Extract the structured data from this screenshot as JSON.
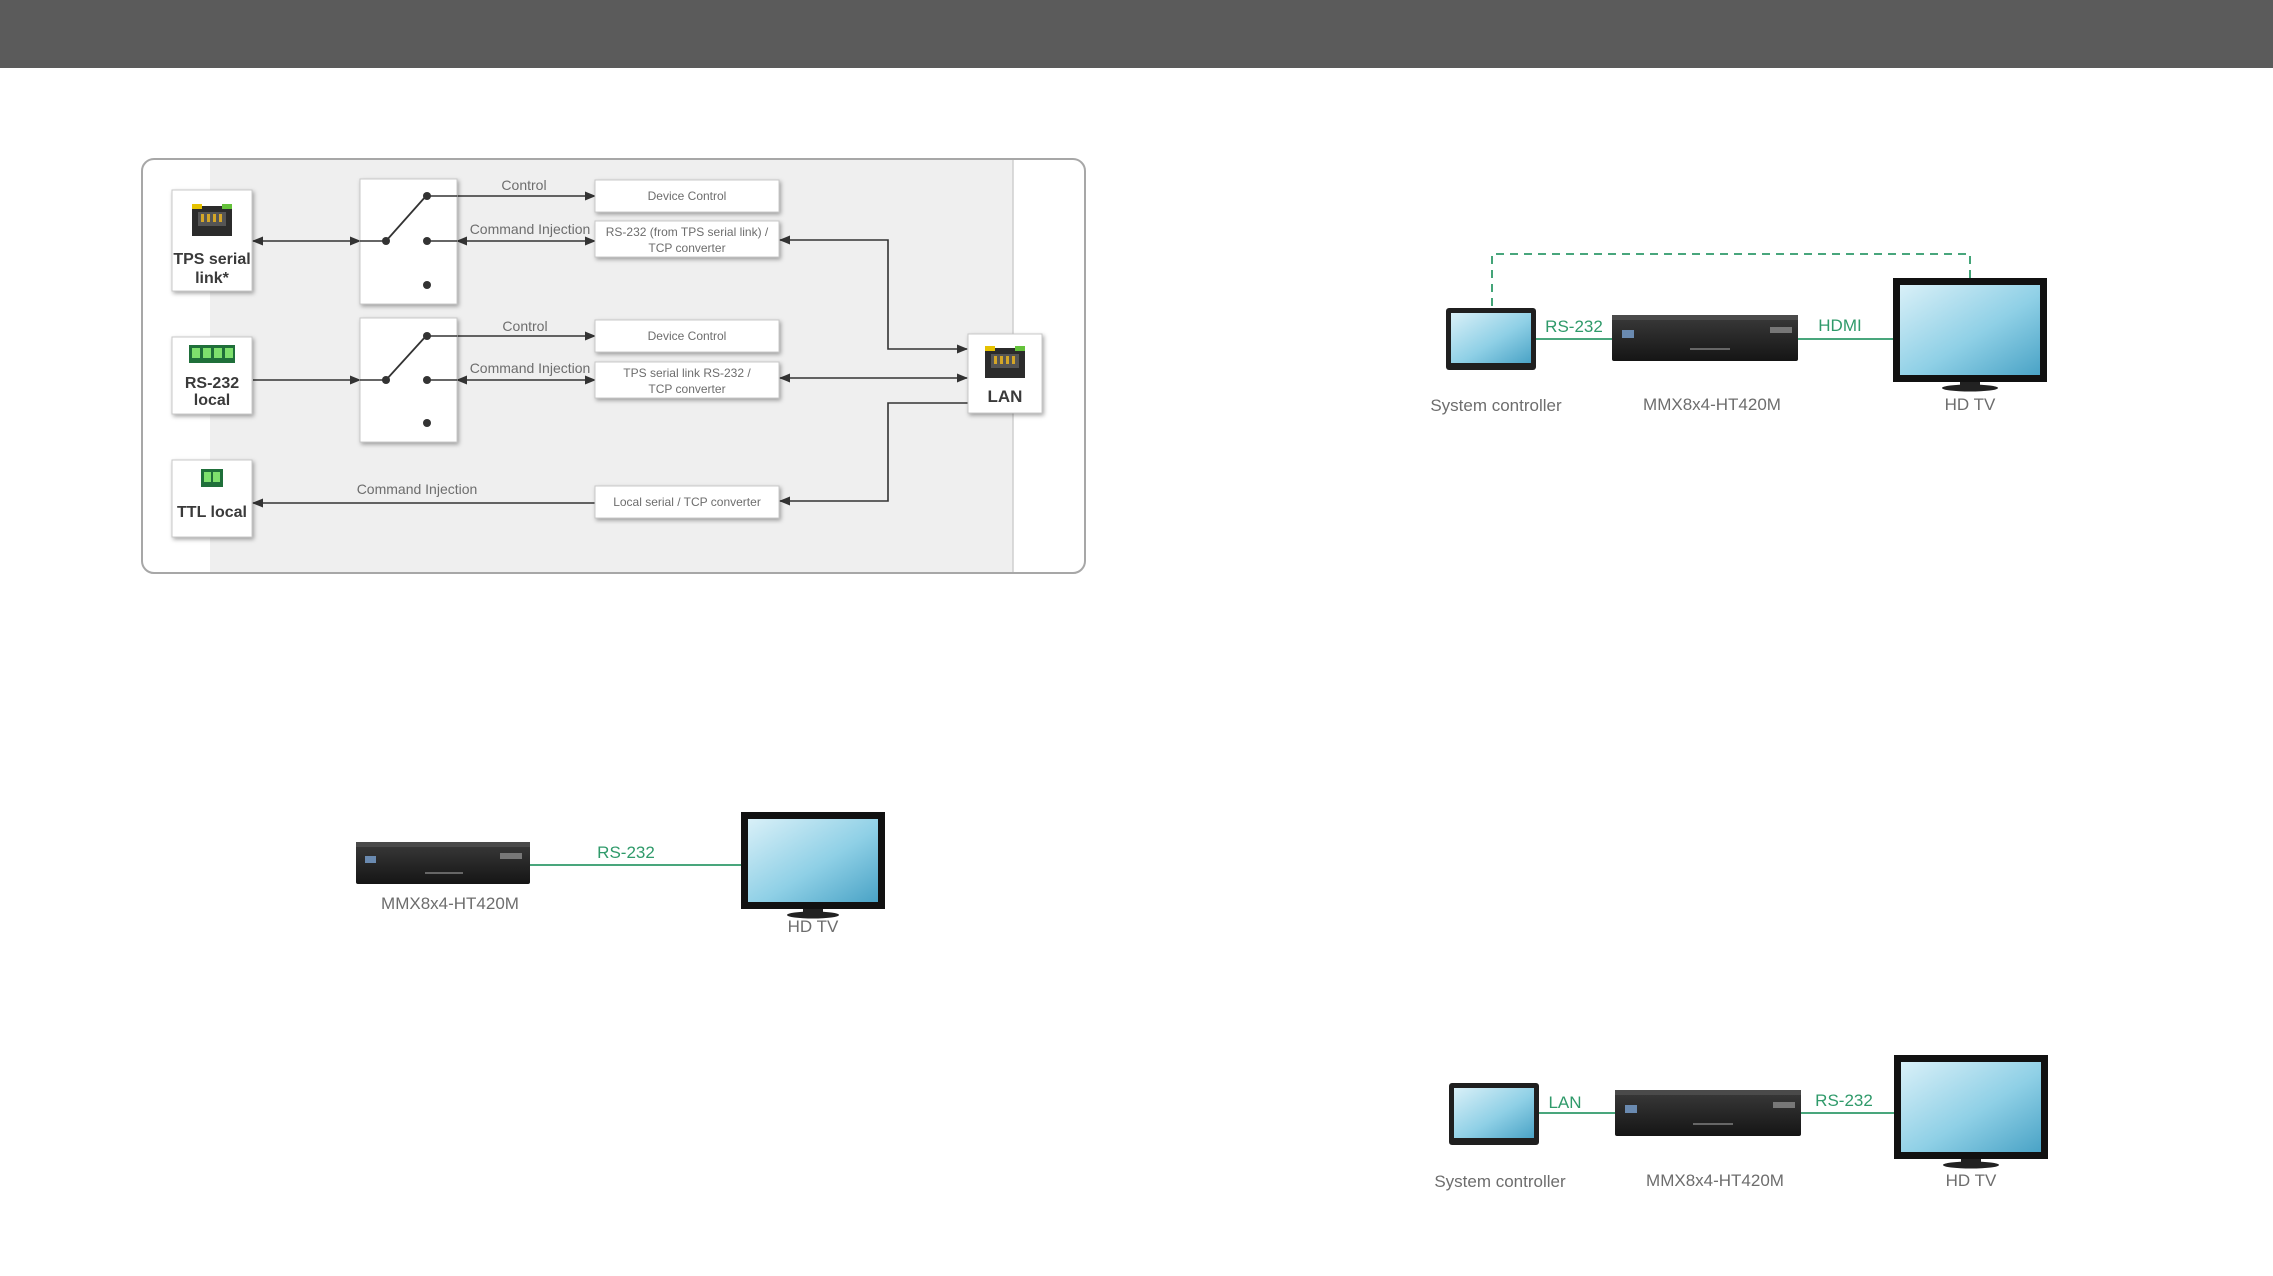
{
  "serial_diagram": {
    "ports": {
      "tps_line1": "TPS serial",
      "tps_line2": "link*",
      "rs232_line1": "RS-232",
      "rs232_line2": "local",
      "ttl": "TTL local",
      "lan": "LAN"
    },
    "line_labels": {
      "control_1": "Control",
      "command_injection_1": "Command Injection",
      "control_2": "Control",
      "command_injection_2": "Command Injection",
      "command_injection_3": "Command Injection"
    },
    "boxes": {
      "device_control_1": "Device Control",
      "rs232_tcp_line1": "RS-232 (from TPS serial link) /",
      "rs232_tcp_line2": "TCP converter",
      "device_control_2": "Device Control",
      "tps_tcp_line1": "TPS serial link RS-232 /",
      "tps_tcp_line2": "TCP converter",
      "local_tcp": "Local serial / TCP converter"
    }
  },
  "setup_top_right": {
    "controller_label": "System controller",
    "device_label": "MMX8x4-HT420M",
    "tv_label": "HD TV",
    "link_left": "RS-232",
    "link_right": "HDMI"
  },
  "setup_bottom_left": {
    "device_label": "MMX8x4-HT420M",
    "tv_label": "HD TV",
    "link": "RS-232"
  },
  "setup_bottom_right": {
    "controller_label": "System controller",
    "device_label": "MMX8x4-HT420M",
    "tv_label": "HD TV",
    "link_left": "LAN",
    "link_right": "RS-232"
  },
  "colors": {
    "header": "#5b5b5b",
    "diagram_bg": "#efefef",
    "link_green": "#2f9a6a",
    "screen_blue": "#8fd0e6"
  }
}
